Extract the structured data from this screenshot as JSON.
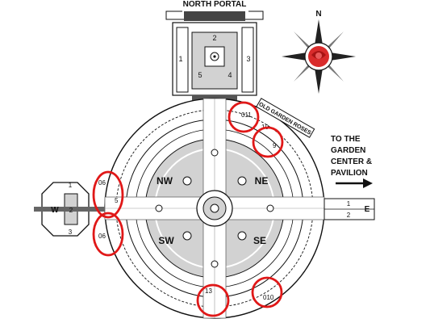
{
  "header": {
    "title": "NORTH PORTAL"
  },
  "compass": {
    "north_label": "N",
    "accent_color": "#d92b2b"
  },
  "sign": {
    "line1": "TO THE",
    "line2": "GARDEN",
    "line3": "CENTER &",
    "line4": "PAVILION"
  },
  "east_entrance": {
    "label": "E",
    "lane1": "1",
    "lane2": "2"
  },
  "west_building": {
    "label": "W",
    "n1": "1",
    "n2": "2",
    "n3": "3"
  },
  "north_building": {
    "n1": "1",
    "n2": "2",
    "n3": "3",
    "n4": "4",
    "n5": "5"
  },
  "banner": {
    "text": "OLD GARDEN ROSES"
  },
  "quadrants": {
    "nw": "NW",
    "ne": "NE",
    "sw": "SW",
    "se": "SE"
  },
  "highlight": {
    "stroke_color": "#e01818"
  },
  "colors": {
    "gray": "#d2d2d2",
    "dark": "#333333"
  }
}
